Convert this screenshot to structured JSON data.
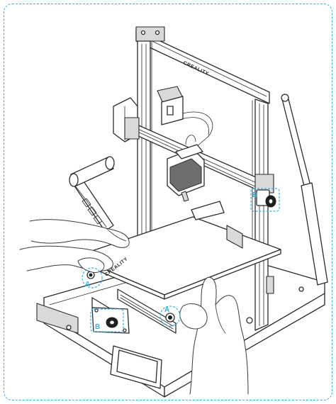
{
  "callouts": {
    "a_left": "A",
    "a_right": "A",
    "b_top": "B",
    "b_bottom": "B"
  },
  "printer": {
    "brand": "CREALITY"
  },
  "colors": {
    "frame_border": "#3aaee0",
    "callout": "#3aaee0",
    "line": "#2b2b2b"
  }
}
